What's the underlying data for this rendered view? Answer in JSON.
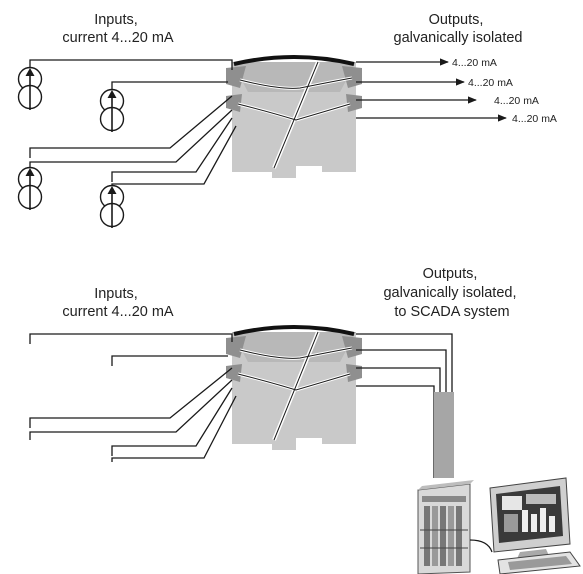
{
  "top_diagram": {
    "inputs_label": [
      "Inputs,",
      "current 4...20 mA"
    ],
    "outputs_label": [
      "Outputs,",
      "galvanically isolated"
    ],
    "output_values": [
      "4...20 mA",
      "4...20 mA",
      "4...20 mA",
      "4...20 mA"
    ]
  },
  "bottom_diagram": {
    "inputs_label": [
      "Inputs,",
      "current 4...20 mA"
    ],
    "outputs_label": [
      "Outputs,",
      "galvanically isolated,",
      "to SCADA system"
    ]
  },
  "colors": {
    "line": "#1a1a1a",
    "module_body": "#c9c9c9",
    "module_shade": "#a6a6a6",
    "module_top": "#111111"
  },
  "icons": [
    "current-source-icon",
    "isolator-module-icon",
    "scada-cabinet-icon",
    "computer-workstation-icon"
  ]
}
